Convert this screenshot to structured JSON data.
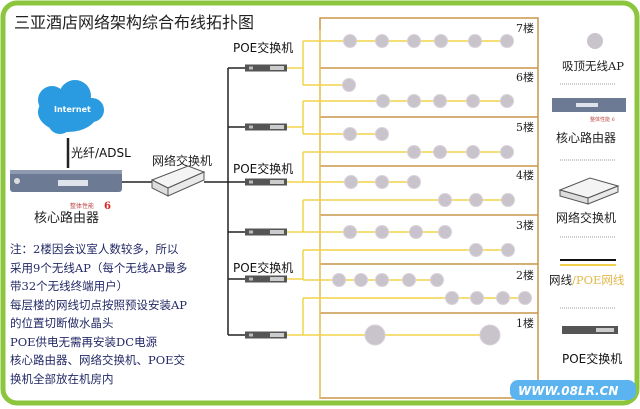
{
  "title": "三亚酒店网络架构综合布线拓扑图",
  "internet_label": "Internet",
  "uplink_label": "光纤/ADSL",
  "core_router_label": "核心路由器",
  "network_switch_label": "网络交换机",
  "poe_switch_label": "POE交换机",
  "floors": [
    "7楼",
    "6楼",
    "5楼",
    "4楼",
    "3楼",
    "2楼",
    "1楼"
  ],
  "notes": [
    "注：2楼因会议室人数较多，所以",
    "采用9个无线AP（每个无线AP最多",
    "带32个无线终端用户）",
    "每层楼的网线切点按照预设安装AP",
    "的位置切断做水晶头",
    "POE供电无需再安装DC电源",
    "核心路由器、网络交换机、POE交",
    "换机全部放在机房内"
  ],
  "legend": {
    "ap": "吸顶无线AP",
    "router": "核心路由器",
    "switch": "网络交换机",
    "cable": "网线",
    "cable_sep": "/",
    "poe_cable": "POE网线",
    "poe_switch": "POE交换机"
  },
  "watermark": "WWW.08LR.CN",
  "colors": {
    "frame": "#8cc63f",
    "poe_line": "#f2d24a",
    "building": "#c8954a",
    "ap": "#c9c3cc",
    "cloud": "#2a9be0"
  }
}
